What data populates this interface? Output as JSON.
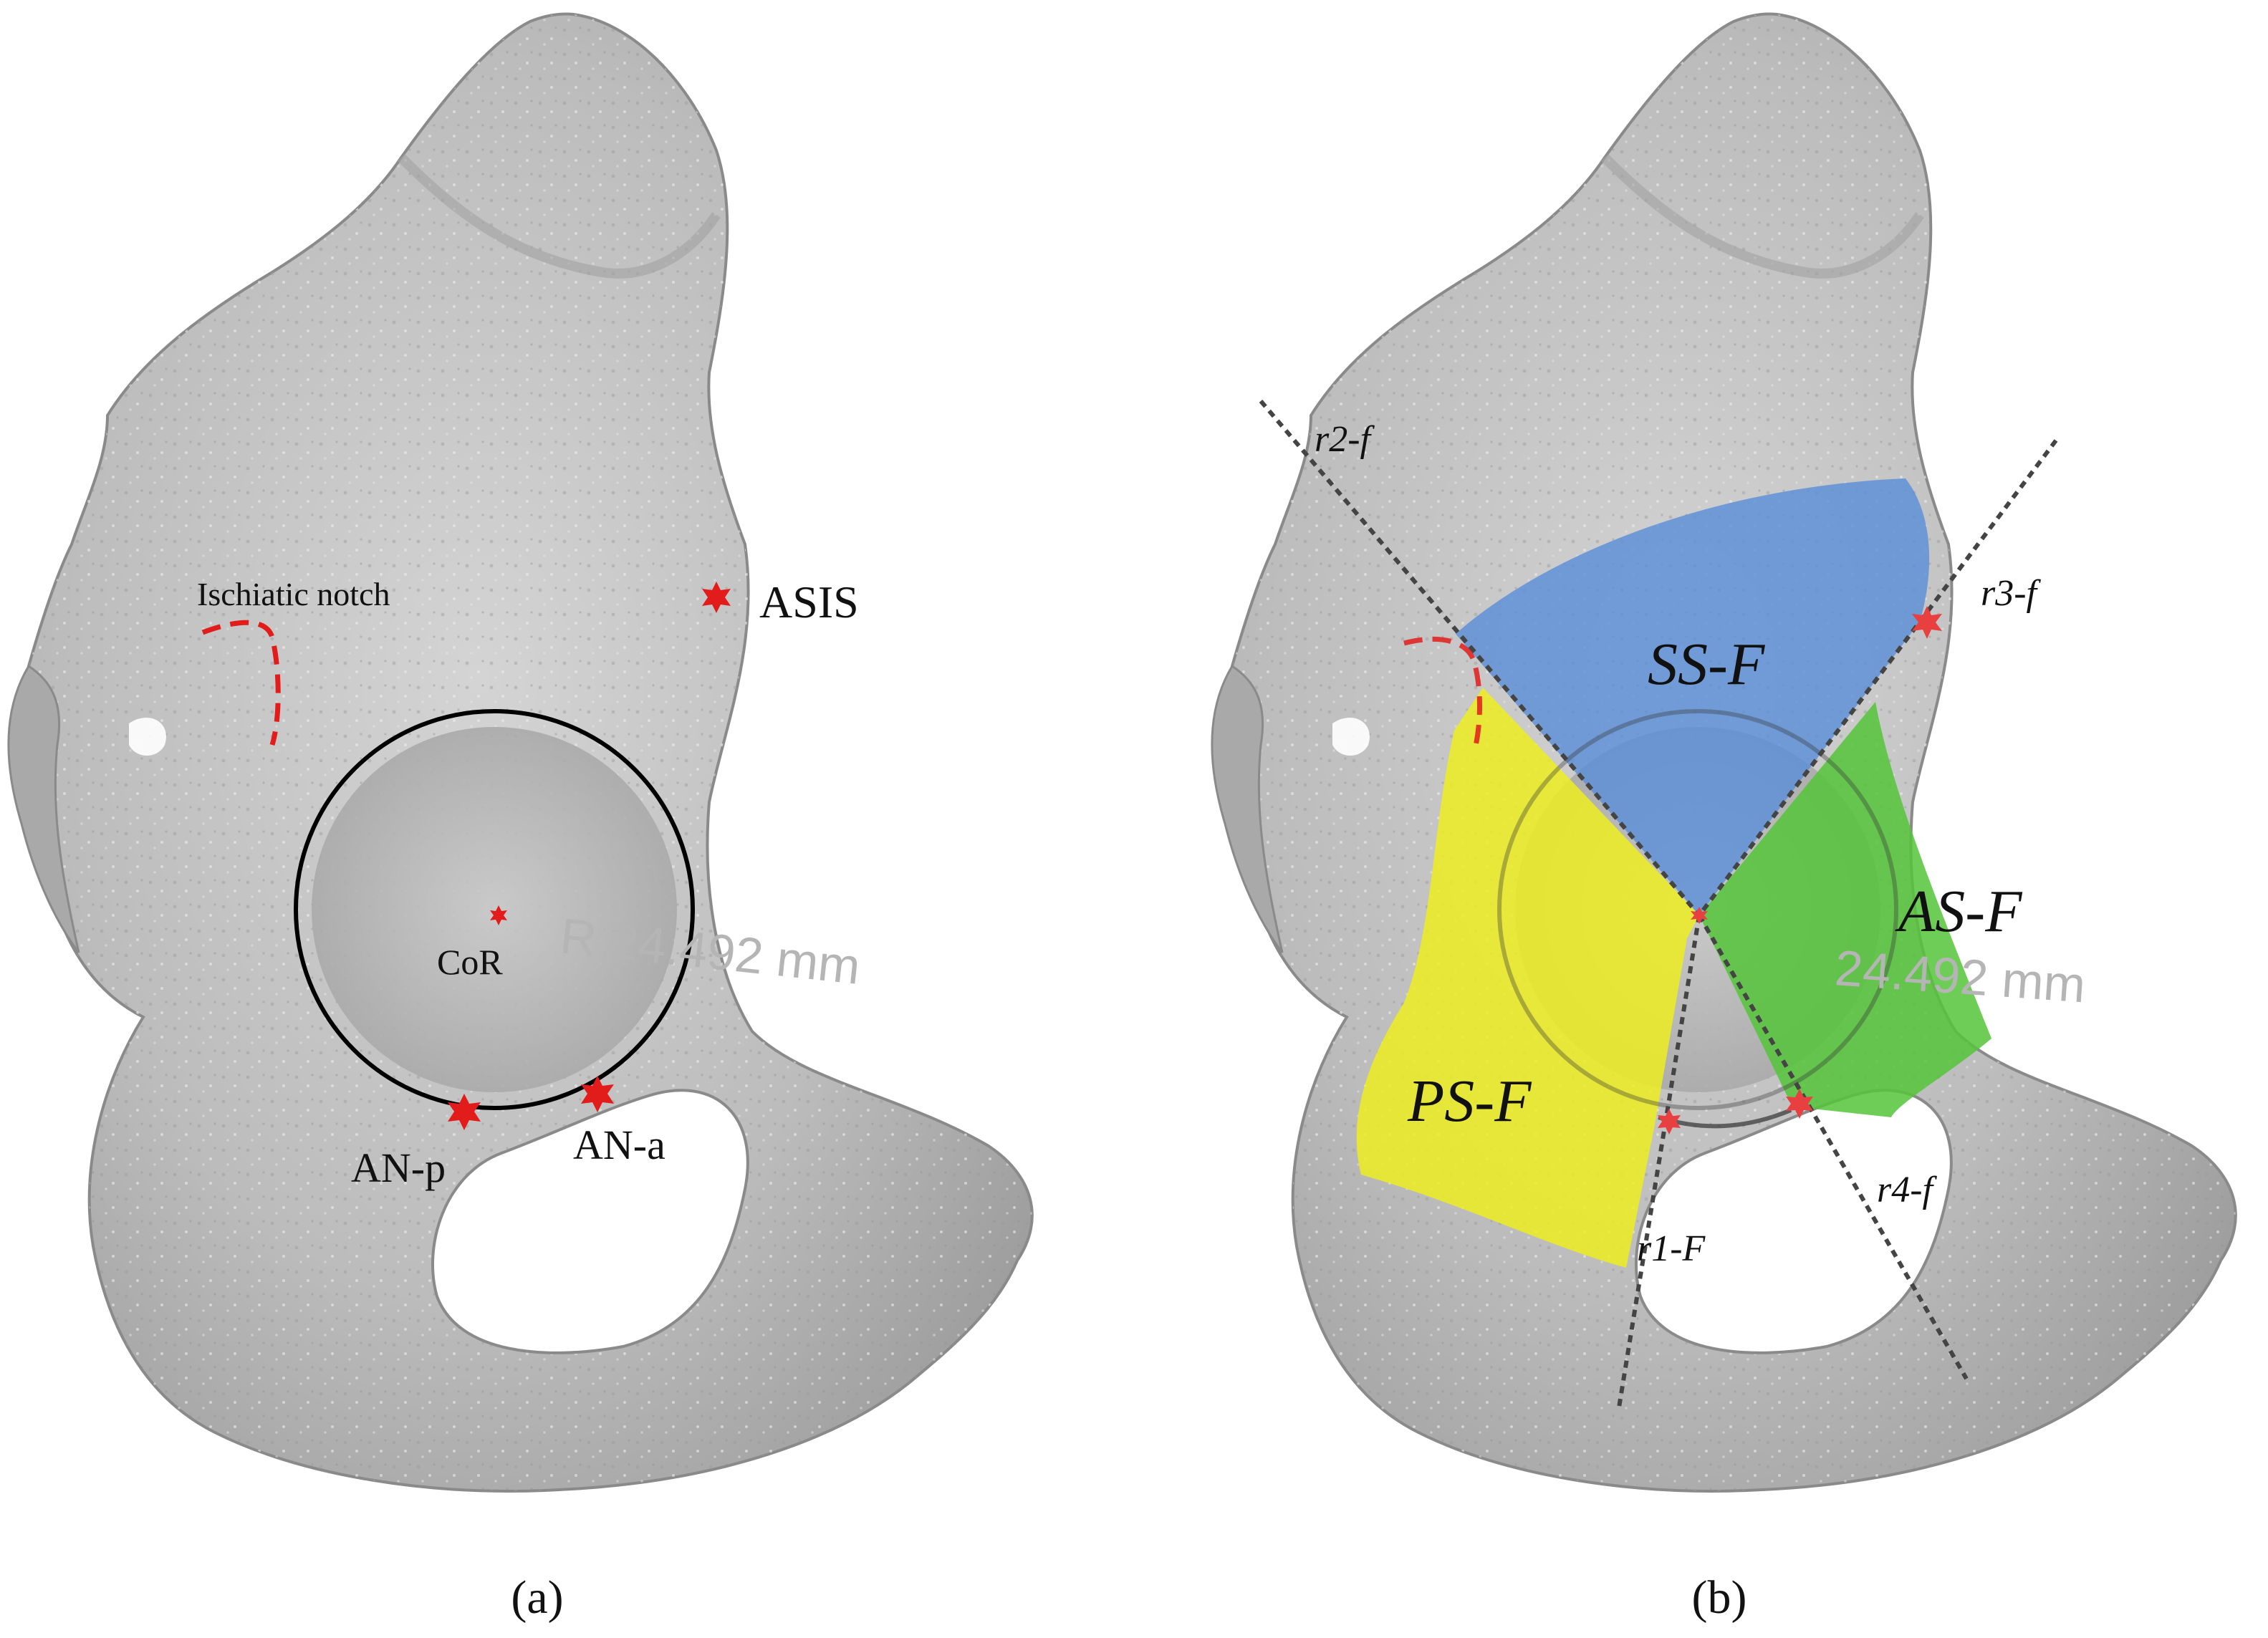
{
  "panel_a": {
    "caption": "(a)",
    "labels": {
      "ischiatic_notch": "Ischiatic notch",
      "asis": "ASIS",
      "cor": "CoR",
      "an_p": "AN-p",
      "an_a": "AN-a"
    },
    "measurement": "R 24.492 mm"
  },
  "panel_b": {
    "caption": "(b)",
    "regions": {
      "ss": "SS-F",
      "as": "AS-F",
      "ps": "PS-F"
    },
    "lines": {
      "r1": "r1-F",
      "r2": "r2-f",
      "r3": "r3-f",
      "r4": "r4-f"
    },
    "measurement": "24.492 mm"
  },
  "colors": {
    "bone": "#bdbdbd",
    "bone_dark": "#8e8e8e",
    "landmark": "#e21b1b",
    "ss_region": "#5b8fd8",
    "as_region": "#55c43a",
    "ps_region": "#eded21",
    "circle": "#000000",
    "reference_line": "#444444"
  },
  "icons": {
    "landmark_marker": "red-star-icon"
  }
}
